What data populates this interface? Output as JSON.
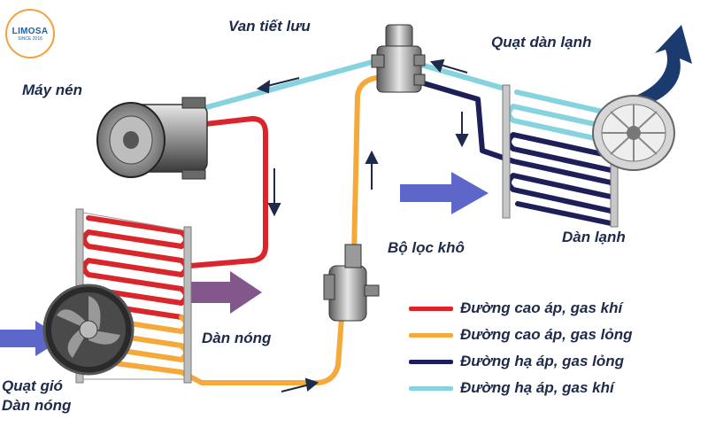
{
  "logo": {
    "name": "LIMOSA",
    "tagline": "SINCE 2016"
  },
  "labels": {
    "expansion_valve": "Van tiết lưu",
    "evaporator_fan": "Quạt dàn lạnh",
    "compressor": "Máy nén",
    "drier": "Bộ lọc khô",
    "evaporator": "Dàn lạnh",
    "condenser": "Dàn nóng",
    "condenser_fan_line1": "Quạt gió",
    "condenser_fan_line2": "Dàn nóng"
  },
  "legend": [
    {
      "label": "Đường cao áp, gas khí",
      "color": "#d9262b"
    },
    {
      "label": "Đường cao áp, gas lỏng",
      "color": "#f4a93a"
    },
    {
      "label": "Đường hạ áp, gas lỏng",
      "color": "#1d1f5a"
    },
    {
      "label": "Đường hạ áp, gas khí",
      "color": "#86d3e0"
    }
  ],
  "colors": {
    "high_gas": "#d9262b",
    "high_liquid": "#f4a93a",
    "low_liquid": "#1d1f5a",
    "low_gas": "#86d3e0",
    "arrow_blue": "#4b56c4",
    "arrow_purple": "#6b3a78",
    "arrow_navy": "#1b3a6e",
    "text": "#1e2a4a"
  },
  "icons": [
    "compressor-icon",
    "expansion-valve-icon",
    "drier-filter-icon",
    "condenser-coil-icon",
    "evaporator-coil-icon",
    "condenser-fan-icon",
    "blower-fan-icon",
    "flow-arrow-icon",
    "airflow-arrow-icon"
  ]
}
